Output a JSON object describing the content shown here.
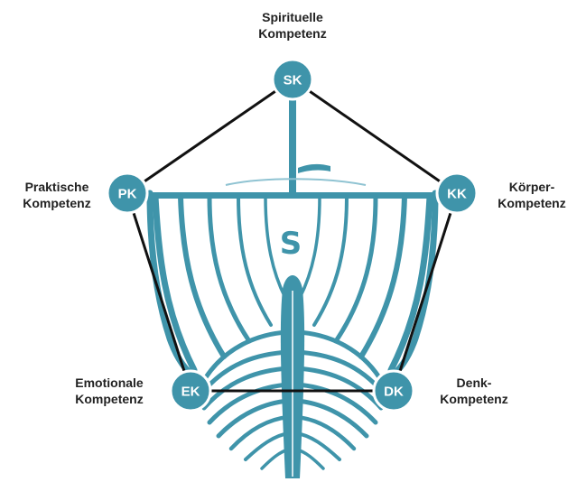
{
  "colors": {
    "primary": "#3f94aa",
    "primary_light": "#8fc3d2",
    "line": "#111111",
    "text": "#222222",
    "node_text": "#ffffff"
  },
  "center_letter": "S",
  "nodes": {
    "sk": {
      "abbr": "SK",
      "caption_line1": "Spirituelle",
      "caption_line2": "Kompetenz"
    },
    "pk": {
      "abbr": "PK",
      "caption_line1": "Praktische",
      "caption_line2": "Kompetenz"
    },
    "kk": {
      "abbr": "KK",
      "caption_line1": "Körper-",
      "caption_line2": "Kompetenz"
    },
    "ek": {
      "abbr": "EK",
      "caption_line1": "Emotionale",
      "caption_line2": "Kompetenz"
    },
    "dk": {
      "abbr": "DK",
      "caption_line1": "Denk-",
      "caption_line2": "Kompetenz"
    }
  }
}
